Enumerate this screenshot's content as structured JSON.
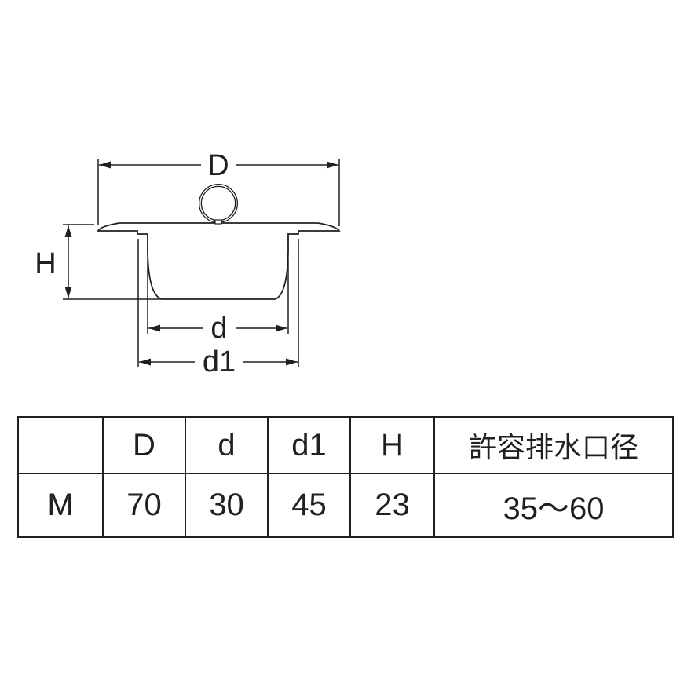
{
  "drawing": {
    "labels": {
      "D": "D",
      "H": "H",
      "d": "d",
      "d1": "d1"
    }
  },
  "table": {
    "headers": [
      "",
      "D",
      "d",
      "d1",
      "H",
      "許容排水口径"
    ],
    "rows": [
      [
        "M",
        "70",
        "30",
        "45",
        "23",
        "35〜60"
      ]
    ]
  }
}
